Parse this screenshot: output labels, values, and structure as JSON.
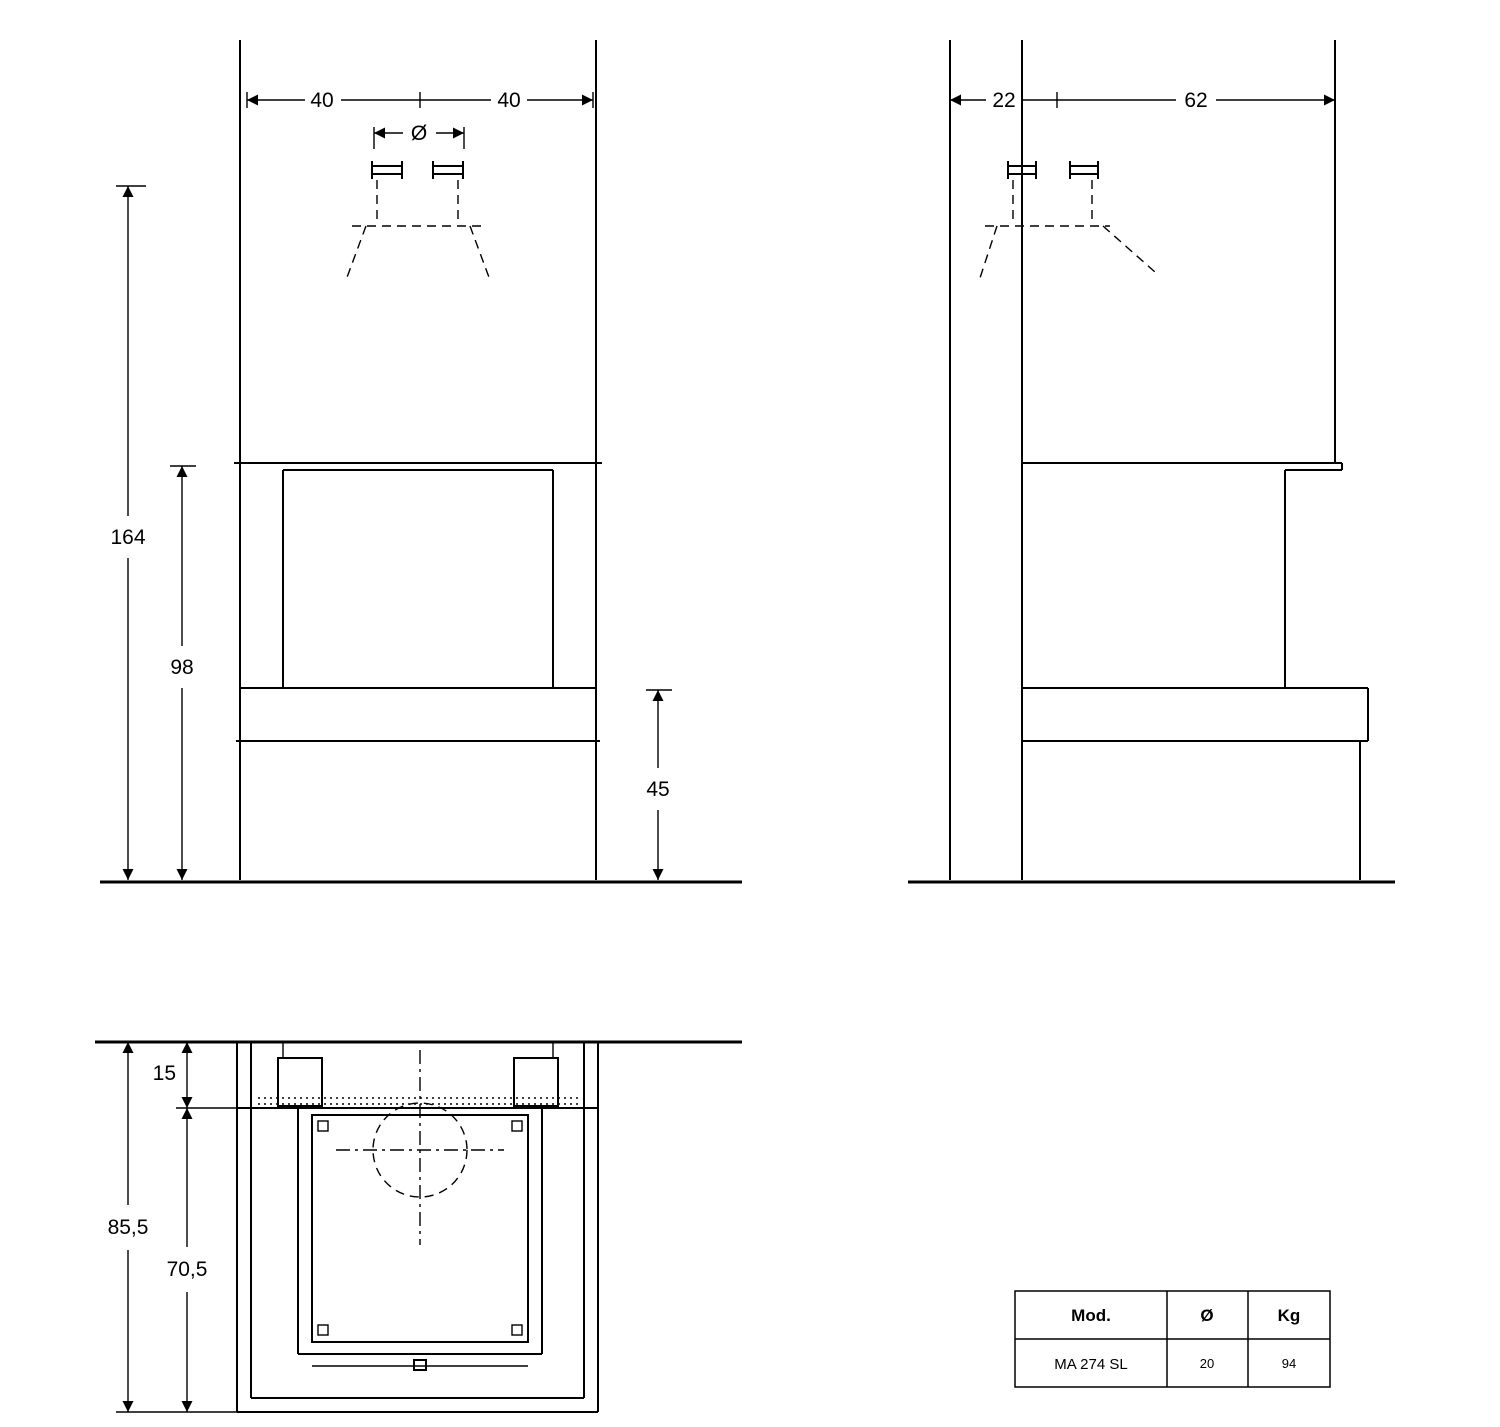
{
  "drawing": {
    "front_view": {
      "dim_top_left": "40",
      "dim_top_right": "40",
      "dim_flue_diameter": "Ø",
      "dim_total_height": "164",
      "dim_firebox_height": "98",
      "dim_bench_height": "45"
    },
    "side_view": {
      "dim_depth_rear": "22",
      "dim_depth_front": "62"
    },
    "plan_view": {
      "dim_front_offset": "15",
      "dim_total_depth": "85,5",
      "dim_body_depth": "70,5"
    },
    "spec_table": {
      "headers": {
        "model": "Mod.",
        "diameter": "Ø",
        "weight": "Kg"
      },
      "row": {
        "model": "MA 274 SL",
        "diameter": "20",
        "weight": "94"
      }
    },
    "colors": {
      "line": "#000000",
      "background": "#ffffff"
    }
  }
}
